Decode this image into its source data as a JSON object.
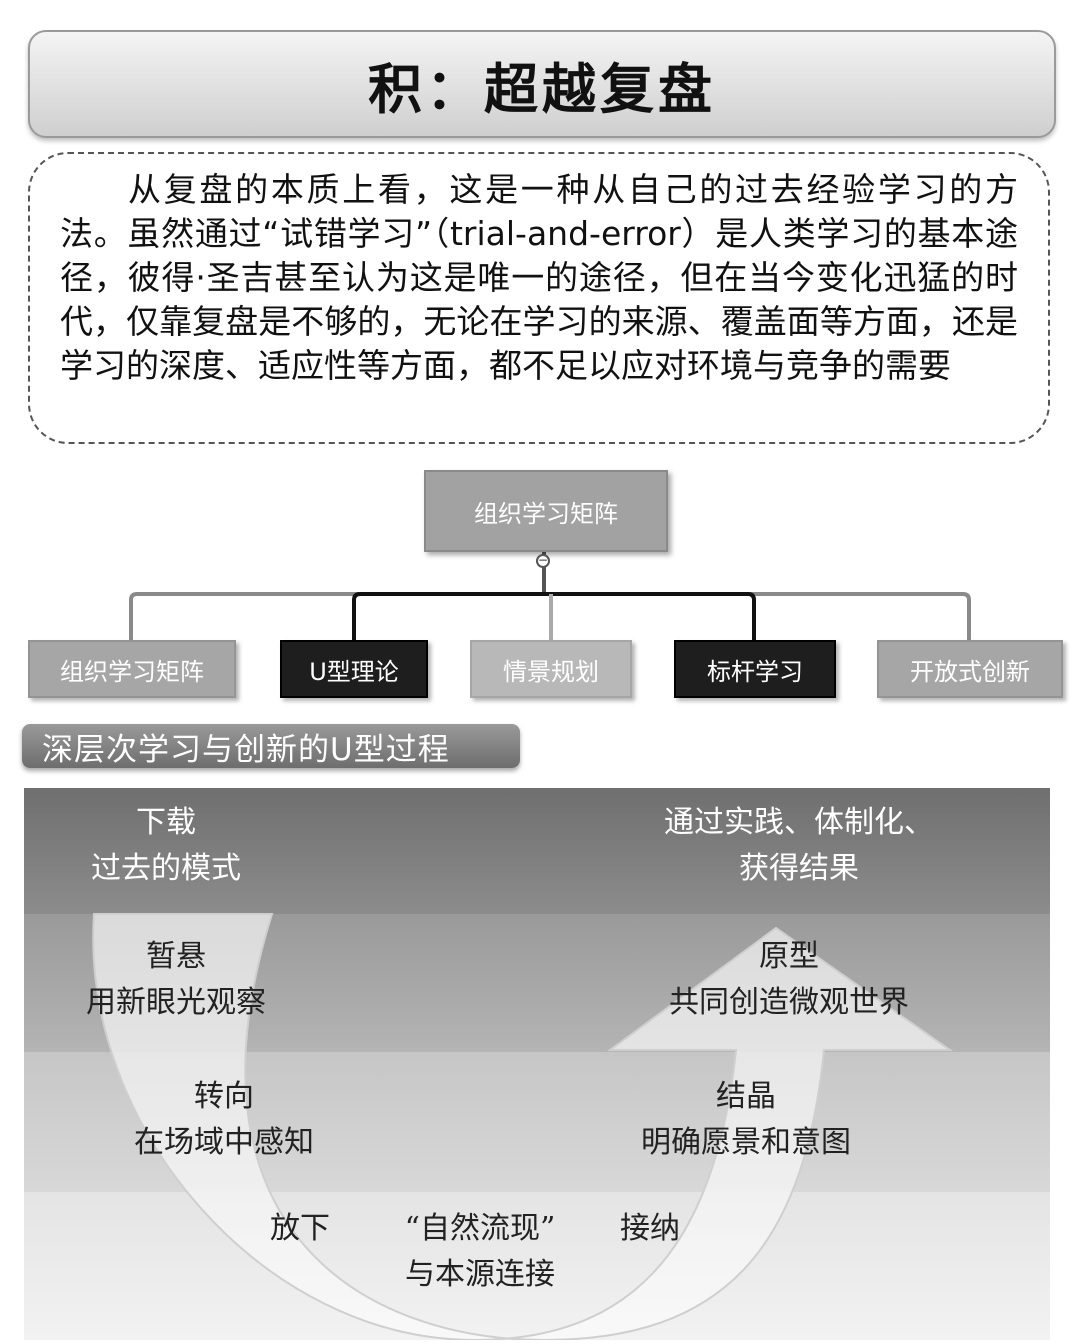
{
  "title": "积：超越复盘",
  "intro": "从复盘的本质上看，这是一种从自己的过去经验学习的方法。虽然通过“试错学习”（trial-and-error）是人类学习的基本途径，彼得·圣吉甚至认为这是唯一的途径，但在当今变化迅猛的时代，仅靠复盘是不够的，无论在学习的来源、覆盖面等方面，还是学习的深度、适应性等方面，都不足以应对环境与竞争的需要",
  "org_chart": {
    "root": "组织学习矩阵",
    "collapse_symbol": "−",
    "children": [
      {
        "label": "组织学习矩阵"
      },
      {
        "label": "U型理论"
      },
      {
        "label": "情景规划"
      },
      {
        "label": "标杆学习"
      },
      {
        "label": "开放式创新"
      }
    ]
  },
  "u_process": {
    "header": "深层次学习与创新的U型过程",
    "download_title": "下载",
    "download_desc": "过去的模式",
    "results_title": "通过实践、体制化、",
    "results_desc": "获得结果",
    "suspend_title": "暂悬",
    "suspend_desc": "用新眼光观察",
    "prototype_title": "原型",
    "prototype_desc": "共同创造微观世界",
    "redirect_title": "转向",
    "redirect_desc": "在场域中感知",
    "crystallize_title": "结晶",
    "crystallize_desc": "明确愿景和意图",
    "letting_go": "放下",
    "presencing_title": "“自然流现”",
    "presencing_desc": "与本源连接",
    "letting_come": "接纳"
  },
  "colors": {
    "band_top": "#808080",
    "band_2": "#a8a8a8",
    "band_3": "#d0d0d0",
    "band_4": "#ededed",
    "arrow": "#f2f2f2",
    "dark_box": "#1e1e1e"
  }
}
